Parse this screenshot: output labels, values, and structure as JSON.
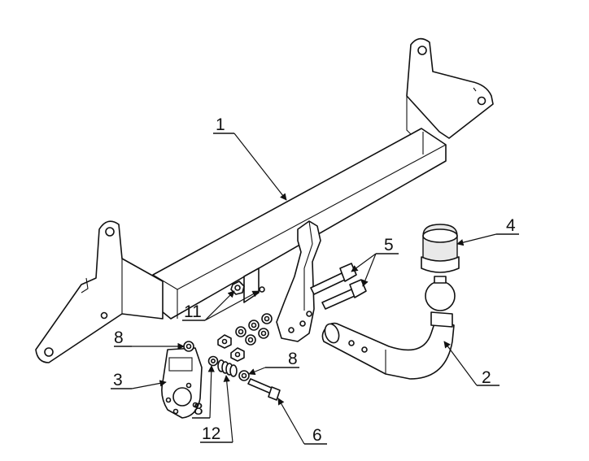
{
  "labels": {
    "p1": "1",
    "p2": "2",
    "p3": "3",
    "p4": "4",
    "p5": "5",
    "p6": "6",
    "p8a": "8",
    "p8b": "8",
    "p8c": "8",
    "p11": "11",
    "p12": "12"
  }
}
